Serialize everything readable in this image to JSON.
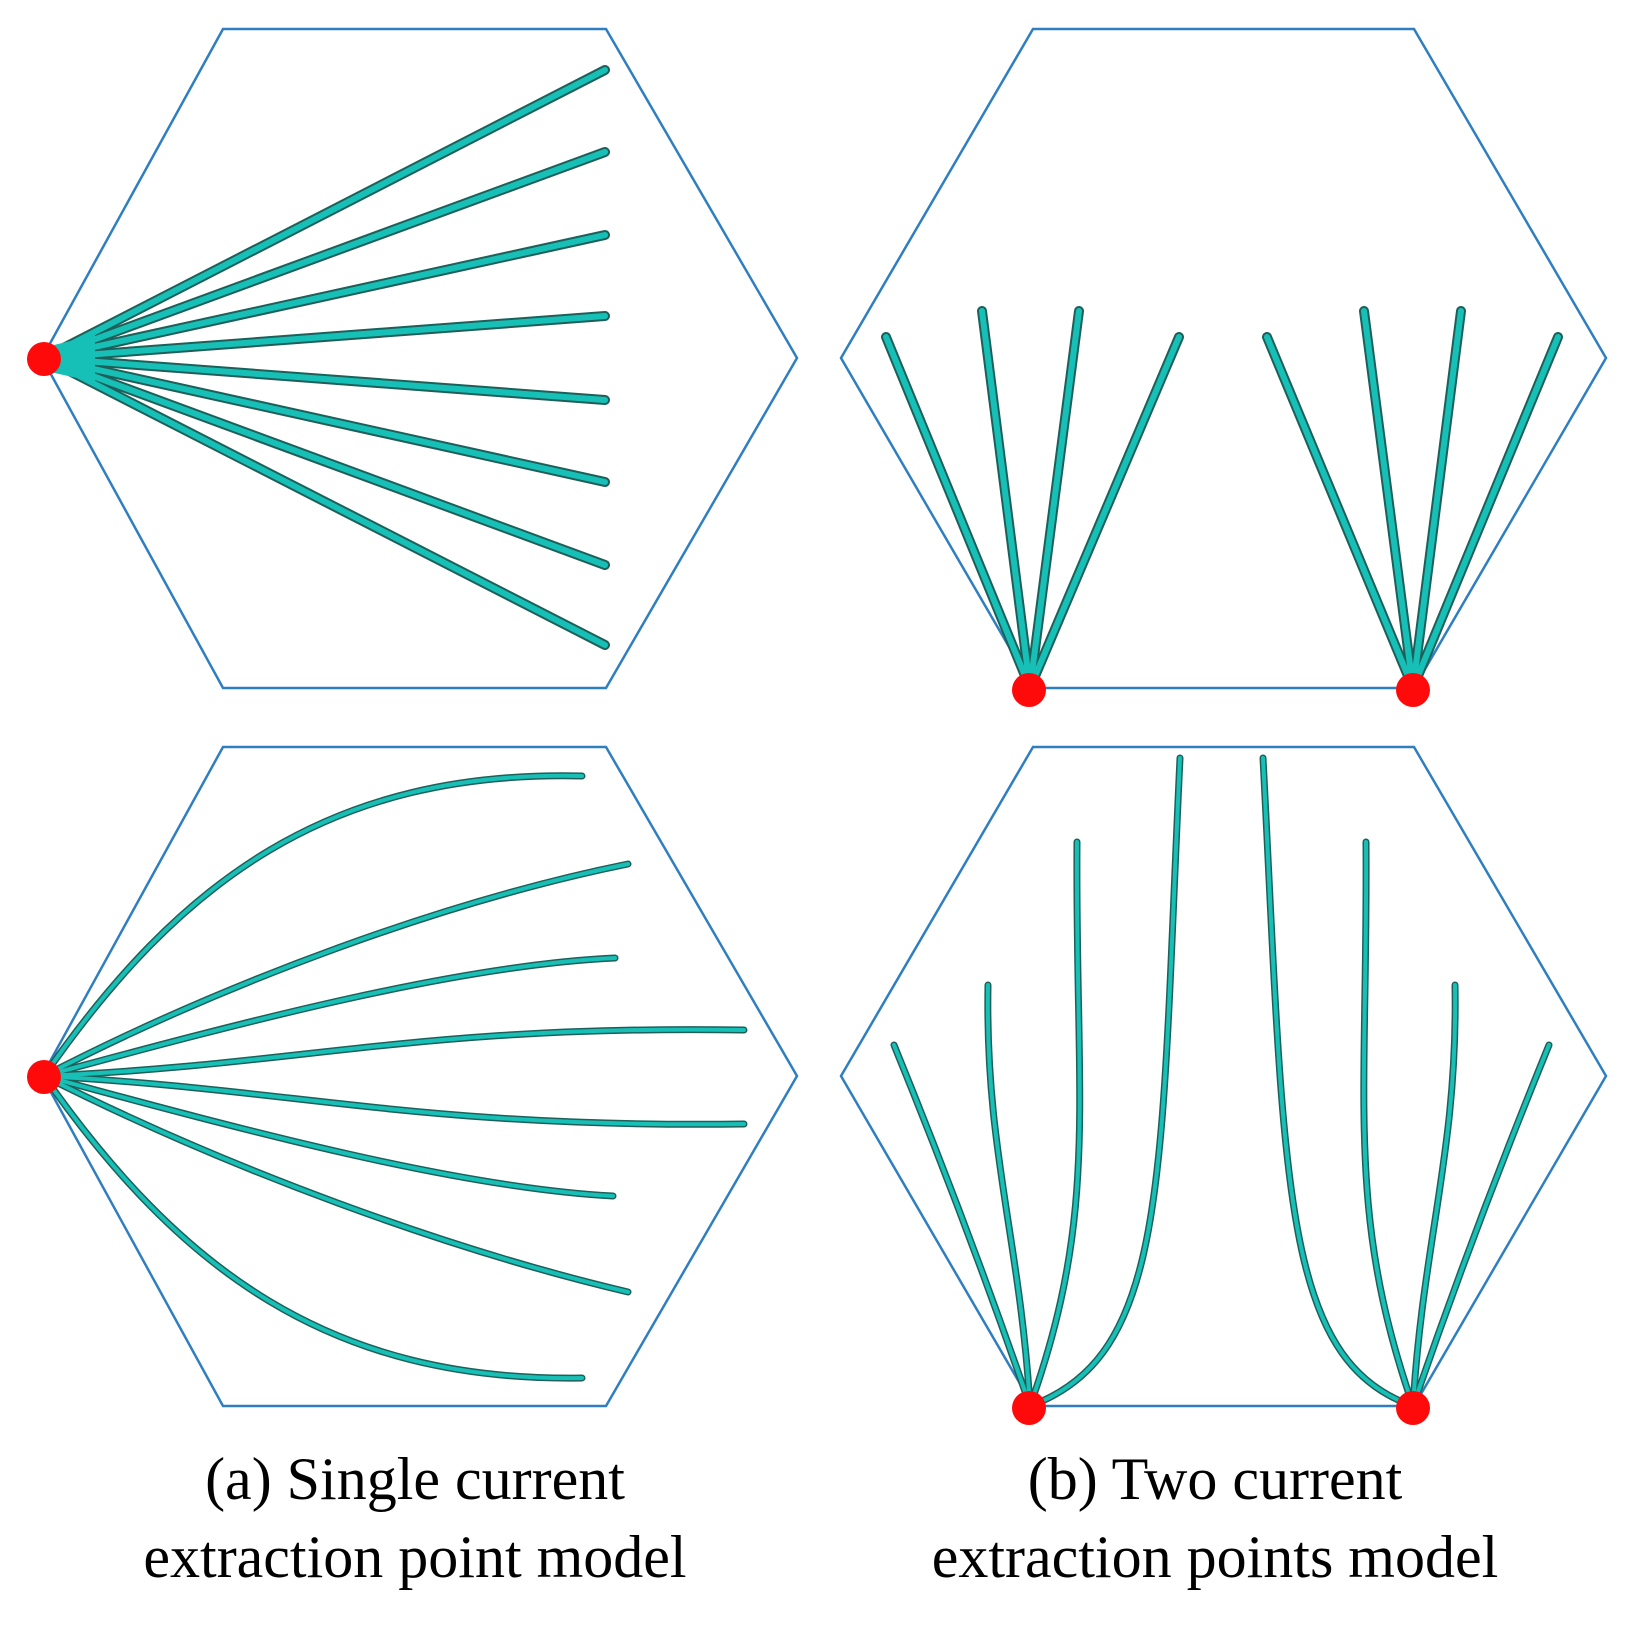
{
  "captions": {
    "a_line1": "(a) Single current",
    "a_line2": "extraction point model",
    "b_line1": "(b) Two current",
    "b_line2": "extraction points model"
  },
  "colors": {
    "hexagon_outline": "#2f7fc0",
    "branch_fill": "#17c0b6",
    "branch_edge": "#1f5f5a",
    "extraction_point": "#ff0a0a"
  }
}
